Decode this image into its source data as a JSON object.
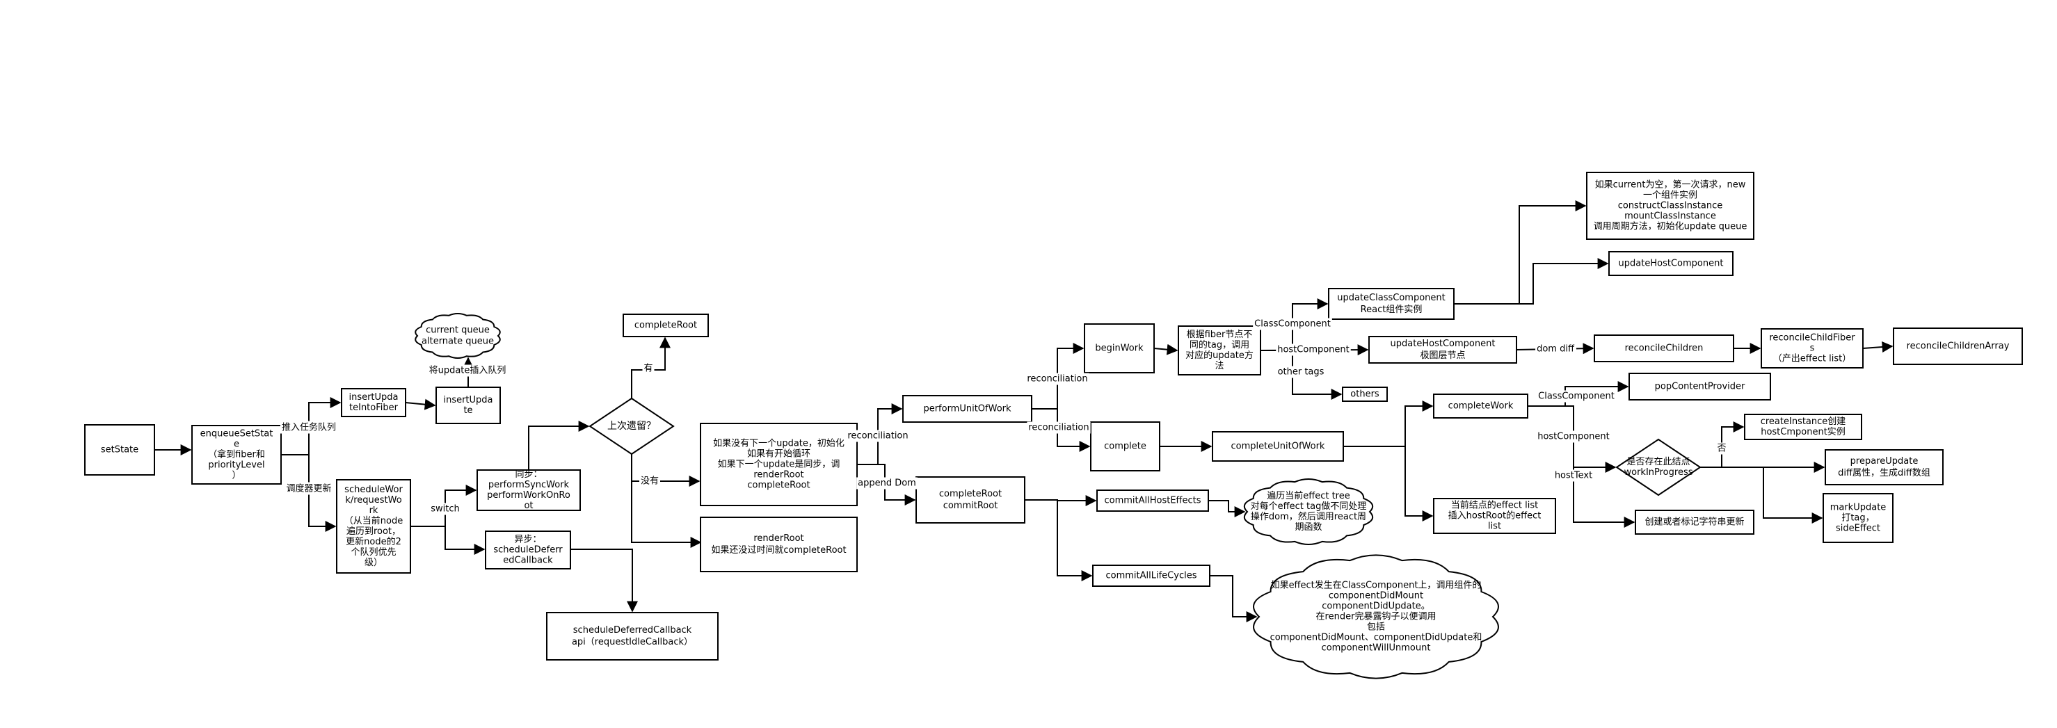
{
  "nodes": {
    "setState": [
      "setState"
    ],
    "enqueueSetState": [
      "enqueueSetStat",
      "e",
      "（拿到fiber和",
      "priorityLevel",
      "）"
    ],
    "insertUpdateIntoFiber": [
      "insertUpda",
      "teIntoFiber"
    ],
    "insertUpdate": [
      "insertUpda",
      "te"
    ],
    "currentQueue": [
      "current queue",
      "alternate queue"
    ],
    "scheduleWork": [
      "scheduleWor",
      "k/requestWo",
      "rk",
      "（从当前node",
      "遍历到root，",
      "更新node的2",
      "个队列优先",
      "级）"
    ],
    "performSync": [
      "同步：",
      "performSyncWork",
      "performWorkOnRo",
      "ot"
    ],
    "scheduleDeferred": [
      "异步：",
      "scheduleDeferr",
      "edCallback"
    ],
    "scheduleDeferredApi": [
      "scheduleDeferredCallback",
      "api（requestIdleCallback）"
    ],
    "lastRemaining": [
      "上次遗留？"
    ],
    "completeRootTop": [
      "completeRoot"
    ],
    "loopInfo": [
      "如果没有下一个update，初始化",
      "如果有开始循环",
      "如果下一个update是同步，调",
      "renderRoot",
      "completeRoot"
    ],
    "renderRoot": [
      "renderRoot",
      "如果还没过时间就completeRoot"
    ],
    "performUnitOfWork": [
      "performUnitOfWork"
    ],
    "completeRootCommit": [
      "completeRoot",
      "commitRoot"
    ],
    "beginWork": [
      "beginWork"
    ],
    "fiberTag": [
      "根据fiber节点不",
      "同的tag，调用",
      "对应的update方",
      "法"
    ],
    "complete": [
      "complete"
    ],
    "completeUnitOfWork": [
      "completeUnitOfWork"
    ],
    "commitAllHostEffects": [
      "commitAllHostEffects"
    ],
    "effectTreeCloud": [
      "遍历当前effect tree",
      "对每个effect tag做不同处理",
      "操作dom，然后调用react周",
      "期函数"
    ],
    "commitAllLifeCycles": [
      "commitAllLifeCycles"
    ],
    "lifecycleCloud": [
      "如果effect发生在ClassComponent上，调用组件的",
      "componentDidMount",
      "componentDidUpdate。",
      "在render完暴露钩子以便调用",
      "包括",
      "componentDidMount、componentDidUpdate和",
      "componentWillUnmount"
    ],
    "updateClassComponent": [
      "updateClassComponent",
      "React组件实例"
    ],
    "updateHostComponentMid": [
      "updateHostComponent",
      "极图层节点"
    ],
    "others": [
      "others"
    ],
    "completeWork": [
      "completeWork"
    ],
    "effectList": [
      "当前结点的effect list",
      "插入hostRoot的effect",
      "list"
    ],
    "currentEmpty": [
      "如果current为空，第一次请求，new",
      "一个组件实例",
      "constructClassInstance",
      "mountClassInstance",
      "调用周期方法，初始化update queue"
    ],
    "updateHostComponentTop": [
      "updateHostComponent"
    ],
    "reconcileChildren": [
      "reconcileChildren"
    ],
    "reconcileChildFibers": [
      "reconcileChildFiber",
      "s",
      "（产出effect list）"
    ],
    "reconcileChildrenArray": [
      "reconcileChildrenArray"
    ],
    "popContentProvider": [
      "popContentProvider"
    ],
    "workInProgress": [
      "是否存在此结点",
      "workInProgress"
    ],
    "createInstance": [
      "createInstance创建",
      "hostCmponent实例"
    ],
    "prepareUpdate": [
      "prepareUpdate",
      "diff属性，生成diff数组"
    ],
    "markUpdate": [
      "markUpdate",
      "打tag，",
      "sideEffect"
    ],
    "createTextMark": [
      "创建或者标记字符串更新"
    ]
  },
  "edge_labels": {
    "pushQueue": "推入任务队列",
    "scheduleUpdate": "调度器更新",
    "insertQueue": "将update插入队列",
    "switch": "switch",
    "yes": "有",
    "no": "没有",
    "reconciliation1": "reconciliation",
    "appendDom": "append Dom",
    "reconciliation2": "reconciliation",
    "reconciliation3": "reconciliation",
    "classComponent": "ClassComponent",
    "hostComponent": "hostComponent",
    "otherTags": "other tags",
    "domDiff": "dom diff",
    "classComponent2": "ClassComponent",
    "hostComponent2": "hostComponent",
    "hostText": "hostText",
    "negation": "否"
  }
}
